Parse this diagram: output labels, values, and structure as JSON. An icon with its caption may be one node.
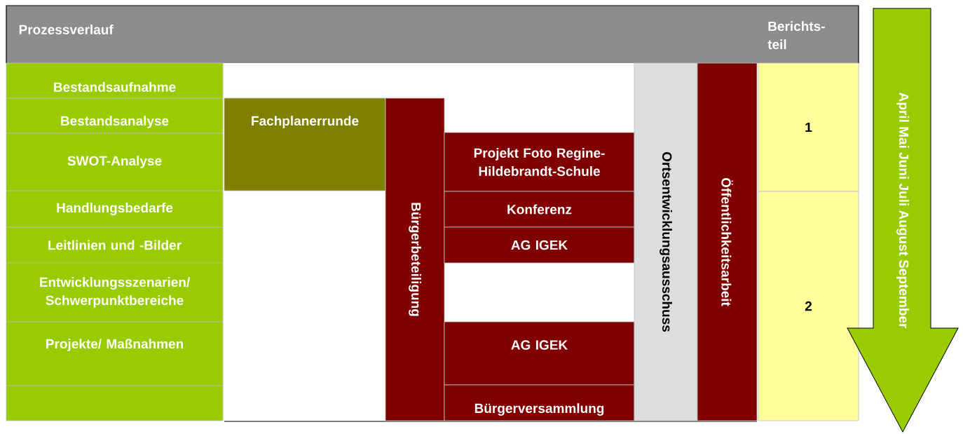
{
  "diagram": {
    "nodes": [
      {
        "text": [
          "Prozessverlauf",
          "Berichts- teil"
        ]
      },
      {
        "text": [
          "Bestandsaufnahme"
        ]
      },
      {
        "text": [
          "Bestandsanalyse"
        ]
      },
      {
        "text": [
          "SWOT-Analyse"
        ]
      },
      {
        "text": [
          "Handlungsbedarfe"
        ]
      },
      {
        "text": [
          "Leitlinien und -Bilder"
        ]
      },
      {
        "text": [
          "Entwicklungsszenarien/ Schwerpunktbereiche"
        ]
      },
      {
        "text": [
          "Projekte/ Maßnahmen"
        ]
      },
      {
        "text": [],
        "shape": "box"
      },
      {
        "text": [
          "Fachplanerrunde"
        ]
      },
      {
        "text": [
          "Bürgerbeteiligung"
        ]
      },
      {
        "text": [
          "Projekt Foto Regine-Hildebrandt-Schule"
        ]
      },
      {
        "text": [
          "Konferenz"
        ]
      },
      {
        "text": [
          "AG IGEK"
        ]
      },
      {
        "text": [
          "AG IGEK"
        ]
      },
      {
        "text": [
          "Bürgerversammlung"
        ]
      },
      {
        "text": [
          "Ortsentwicklungsausschuss"
        ]
      },
      {
        "text": [
          "Öffentlichkeitsarbeit"
        ]
      },
      {
        "text": [
          "1"
        ]
      },
      {
        "text": [
          "2"
        ]
      },
      {
        "text": [
          "April Mai Juni Juli August September"
        ]
      }
    ]
  }
}
